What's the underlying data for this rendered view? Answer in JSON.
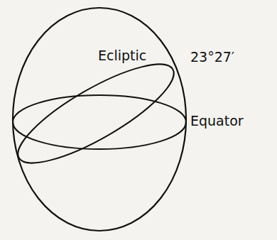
{
  "diagram": {
    "labels": [
      "Ecliptic",
      "23°27′",
      "Equator"
    ]
  }
}
